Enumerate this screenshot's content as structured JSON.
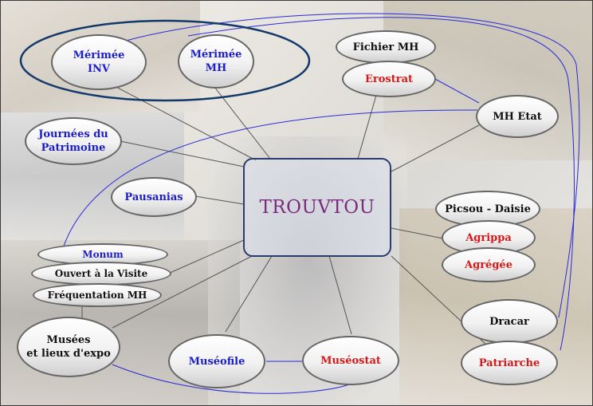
{
  "center": {
    "label": "TROUVTOU"
  },
  "nodes": {
    "merimee_inv": "Mérimée\nINV",
    "merimee_mh": "Mérimée\nMH",
    "fichier_mh": "Fichier MH",
    "erostrat": "Erostrat",
    "mh_etat": "MH Etat",
    "journees": "Journées du\nPatrimoine",
    "pausanias": "Pausanias",
    "picsou": "Picsou - Daisie",
    "agrippa": "Agrippa",
    "agregee": "Agrégée",
    "monum": "Monum",
    "ouvert": "Ouvert à la Visite",
    "frequentation": "Fréquentation MH",
    "dracar": "Dracar",
    "musees": "Musées\net lieux d'expo",
    "museofile": "Muséofile",
    "museostat": "Muséostat",
    "patriarche": "Patriarche"
  },
  "colors": {
    "blue_text": "#1c1cc8",
    "red_text": "#d81818",
    "center_text": "#7a2b7e",
    "link_blue": "#2a2ad6",
    "link_gray": "#555555",
    "group_ring": "#13396b"
  }
}
